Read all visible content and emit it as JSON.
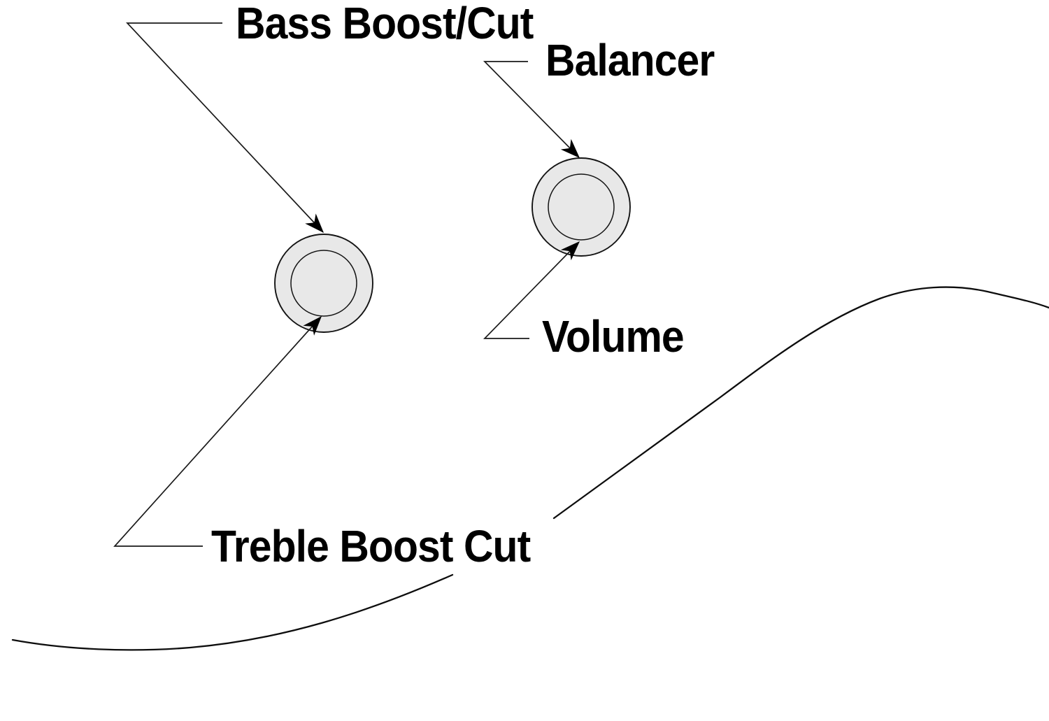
{
  "diagram": {
    "type": "instrument-controls-callout-diagram",
    "background": "#ffffff",
    "labels": {
      "bass_boost_cut": "Bass Boost/Cut",
      "balancer": "Balancer",
      "volume": "Volume",
      "treble_boost_cut": "Treble Boost Cut"
    },
    "knobs": [
      {
        "name": "bass-treble-stacked-knob"
      },
      {
        "name": "balancer-volume-stacked-knob"
      }
    ],
    "colors": {
      "knob_fill": "#e8e8e8",
      "outline": "#141414",
      "text": "#000000"
    }
  }
}
